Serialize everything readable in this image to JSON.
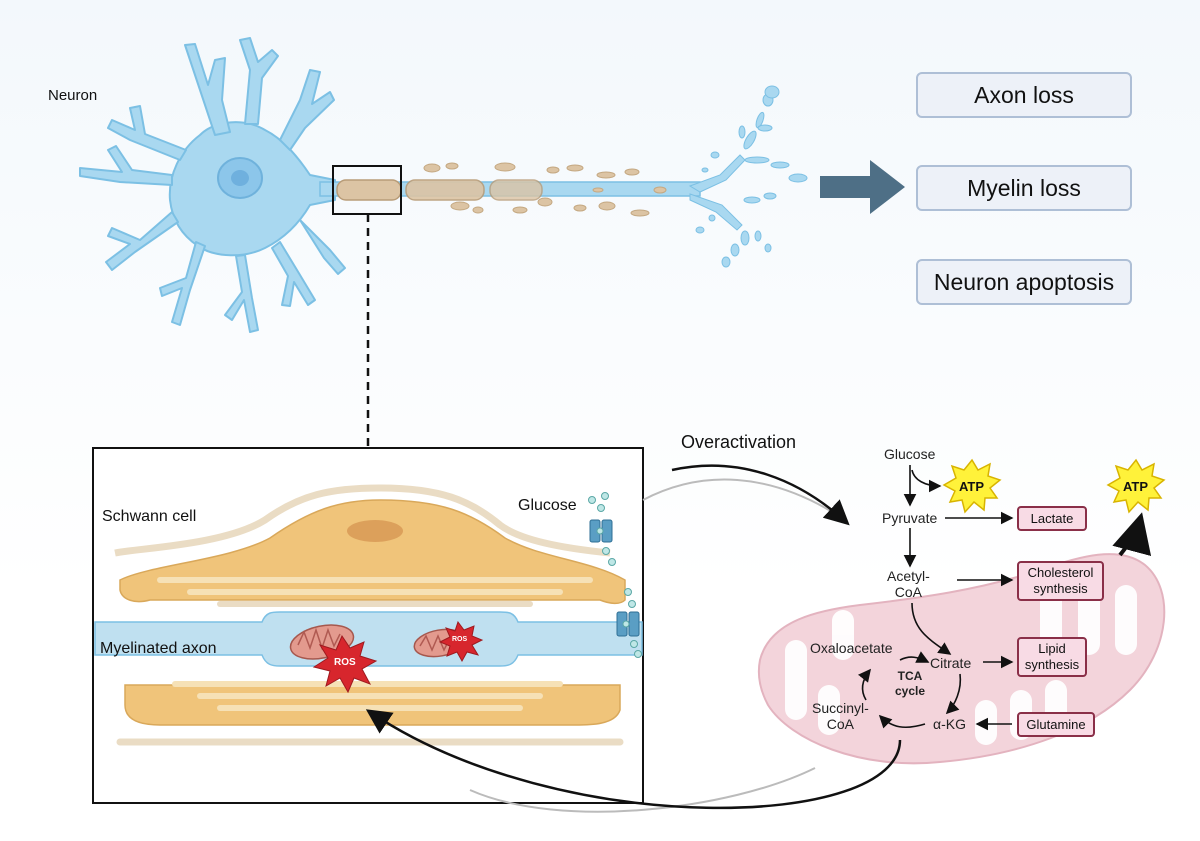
{
  "neuron": {
    "label": "Neuron"
  },
  "outcomes": [
    {
      "label": "Axon loss"
    },
    {
      "label": "Myelin loss"
    },
    {
      "label": "Neuron apoptosis"
    }
  ],
  "inset": {
    "schwann_label": "Schwann cell",
    "glucose_label": "Glucose",
    "axon_label": "Myelinated axon",
    "ros_label": "ROS"
  },
  "overactivation_label": "Overactivation",
  "metabolism": {
    "glucose": "Glucose",
    "pyruvate": "Pyruvate",
    "acetyl_coa_line1": "Acetyl-",
    "acetyl_coa_line2": "CoA",
    "oxaloacetate": "Oxaloacetate",
    "citrate": "Citrate",
    "tca_line1": "TCA",
    "tca_line2": "cycle",
    "succinyl_coa_line1": "Succinyl-",
    "succinyl_coa_line2": "CoA",
    "akg": "α-KG",
    "atp": "ATP",
    "lactate": "Lactate",
    "cholesterol_line1": "Cholesterol",
    "cholesterol_line2": "synthesis",
    "lipid_line1": "Lipid",
    "lipid_line2": "synthesis",
    "glutamine": "Glutamine"
  },
  "colors": {
    "neuron": "#a9d8f0",
    "neuron_outline": "#7cc0e4",
    "myelin": "#dcc4a4",
    "schwann": "#f0c47a",
    "arrow": "#4e6f86",
    "mitochondrion": "#f3d4db",
    "ros": "#d7262d",
    "outcome_box": "#edf1f8",
    "product_box": "#f8dbe5"
  }
}
